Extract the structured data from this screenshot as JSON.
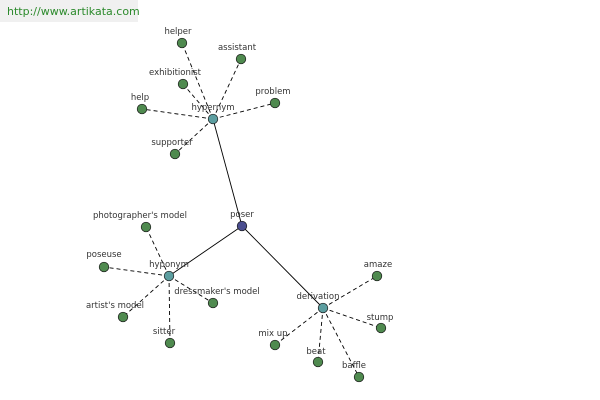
{
  "header": {
    "url": "http://www.artikata.com"
  },
  "colors": {
    "leaf": "#4f8a4f",
    "relation": "#5c9ea0",
    "root": "#4a4d8f",
    "stroke": "#1a1a1a",
    "edge": "#000000"
  },
  "graph": {
    "root": {
      "id": "poser",
      "label": "poser"
    },
    "relations": [
      {
        "id": "hypernym",
        "label": "hypernym",
        "leaves": [
          {
            "id": "helper",
            "label": "helper"
          },
          {
            "id": "assistant",
            "label": "assistant"
          },
          {
            "id": "exhibitionist",
            "label": "exhibitionist"
          },
          {
            "id": "help",
            "label": "help"
          },
          {
            "id": "problem",
            "label": "problem"
          },
          {
            "id": "supporter",
            "label": "supporter"
          }
        ]
      },
      {
        "id": "hyponym",
        "label": "hyponym",
        "leaves": [
          {
            "id": "photographers-model",
            "label": "photographer's model"
          },
          {
            "id": "poseuse",
            "label": "poseuse"
          },
          {
            "id": "dressmakers-model",
            "label": "dressmaker's model"
          },
          {
            "id": "artists-model",
            "label": "artist's model"
          },
          {
            "id": "sitter",
            "label": "sitter"
          }
        ]
      },
      {
        "id": "derivation",
        "label": "derivation",
        "leaves": [
          {
            "id": "amaze",
            "label": "amaze"
          },
          {
            "id": "stump",
            "label": "stump"
          },
          {
            "id": "mix-up",
            "label": "mix up"
          },
          {
            "id": "beat",
            "label": "beat"
          },
          {
            "id": "baffle",
            "label": "baffle"
          }
        ]
      }
    ]
  }
}
